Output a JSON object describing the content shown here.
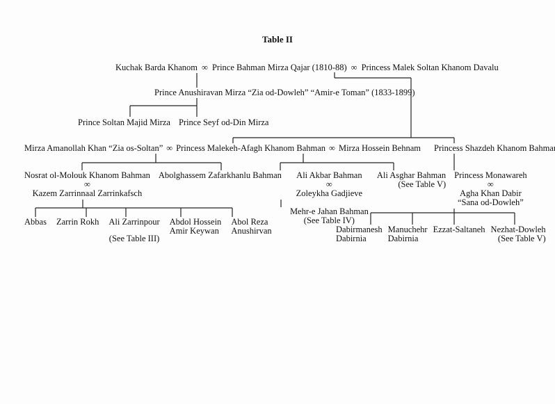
{
  "title": "Table II",
  "marriage_symbol": "∞",
  "generation1": {
    "wife1": "Kuchak Barda Khanom",
    "husband": "Prince Bahman Mirza Qajar (1810-88)",
    "wife2": "Princess Malek Soltan Khanom Davalu"
  },
  "generation2": {
    "son": "Prince Anushiravan Mirza “Zia od-Dowleh” “Amir-e Toman” (1833-1899)",
    "grandsons": [
      "Prince Soltan Majid Mirza",
      "Prince Seyf od-Din Mirza"
    ]
  },
  "generation3": {
    "husband1": "Mirza Amanollah Khan “Zia os-Soltan”",
    "daughter1": "Princess Malekeh-Afagh Khanom Bahman",
    "husband2": "Mirza Hossein Behnam",
    "daughter2": "Princess Shazdeh Khanom Bahman"
  },
  "generation4": {
    "nosrat": "Nosrat ol-Molouk Khanom Bahman",
    "kazem": "Kazem Zarrinnaal Zarrinkafsch",
    "abolghassem": "Abolghassem Zafarkhanlu Bahman",
    "ali_akbar": "Ali Akbar Bahman",
    "zoleykha": "Zoleykha Gadjieve",
    "mehr": "Mehr-e Jahan Bahman",
    "mehr_ref": "(See Table IV)",
    "ali_asghar": "Ali Asghar Bahman",
    "ali_asghar_ref": "(See Table V)",
    "monawareh": "Princess Monawareh",
    "agha_khan": "Agha Khan Dabir",
    "agha_khan_title": "“Sana od-Dowleh”"
  },
  "generation5_zarrinkafsch": {
    "abbas": "Abbas",
    "zarrin_rokh": "Zarrin Rokh",
    "ali_zarrinpour": "Ali Zarrinpour",
    "ali_zarrinpour_ref": "(See Table III)",
    "abdol_hossein_1": "Abdol Hossein",
    "abdol_hossein_2": "Amir Keywan",
    "abol_reza_1": "Abol Reza",
    "abol_reza_2": "Anushirvan"
  },
  "generation5_dabir": {
    "dabirmanesh_1": "Dabirmanesh",
    "dabirmanesh_2": "Dabirnia",
    "manuchehr_1": "Manuchehr",
    "manuchehr_2": "Dabirnia",
    "ezzat": "Ezzat-Saltaneh",
    "nezhat": "Nezhat-Dowleh",
    "nezhat_ref": "(See Table V)"
  }
}
